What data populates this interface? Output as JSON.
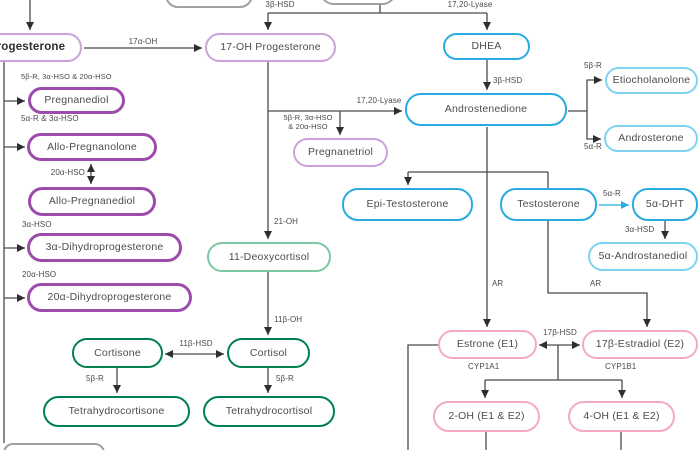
{
  "diagram_type": "steroid-hormone-metabolism-pathway",
  "colors": {
    "progestogen_dark": "#9c4dab",
    "progestogen_light": "#cfa0dc",
    "androgen": "#29abe2",
    "androgen_light": "#7ed3f0",
    "corticosteroid": "#00804d",
    "corticosteroid_light": "#7ec7a2",
    "estrogen": "#f6a8c8",
    "offscreen_gray": "#a0a0a0",
    "wire": "#4a4a4a",
    "blue_arrow": "#29abe2"
  },
  "nodes": {
    "progesterone": {
      "label": "Progesterone"
    },
    "ohprogesterone17": {
      "label": "17-OH Progesterone"
    },
    "dhea": {
      "label": "DHEA"
    },
    "pregnanediol": {
      "label": "Pregnanediol"
    },
    "allopregnanolone": {
      "label": "Allo-Pregnanolone"
    },
    "allopregnanediol": {
      "label": "Allo-Pregnanediol"
    },
    "dihydroprogesterone3a": {
      "label": "3α-Dihydroprogesterone"
    },
    "dihydroprogesterone20a": {
      "label": "20α-Dihydroprogesterone"
    },
    "pregnanetriol": {
      "label": "Pregnanetriol"
    },
    "androstenedione": {
      "label": "Androstenedione"
    },
    "etiocholanolone": {
      "label": "Etiocholanolone"
    },
    "androsterone": {
      "label": "Androsterone"
    },
    "epitestosterone": {
      "label": "Epi-Testosterone"
    },
    "testosterone": {
      "label": "Testosterone"
    },
    "dht5a": {
      "label": "5α-DHT"
    },
    "androstanediol5a": {
      "label": "5α-Androstanediol"
    },
    "deoxycortisol11": {
      "label": "11-Deoxycortisol"
    },
    "cortisone": {
      "label": "Cortisone"
    },
    "cortisol": {
      "label": "Cortisol"
    },
    "tetrahydrocortisone": {
      "label": "Tetrahydrocortisone"
    },
    "tetrahydrocortisol": {
      "label": "Tetrahydrocortisol"
    },
    "estrone": {
      "label": "Estrone (E1)"
    },
    "estradiol17b": {
      "label": "17β-Estradiol (E2)"
    },
    "oh2e1e2": {
      "label": "2-OH (E1 & E2)"
    },
    "oh4e1e2": {
      "label": "4-OH (E1 & E2)"
    }
  },
  "enzymes": {
    "oh17a": "17α-OH",
    "hsd3b": "3β-HSD",
    "lyase1720": "17,20-Lyase",
    "pregnanediol_path": "5β-R, 3α-HSO & 20α-HSO",
    "allopregnanolone_path": "5α-R & 3α-HSO",
    "hso20a": "20α-HSO",
    "hso3a": "3α-HSO",
    "pregnanetriol_path": "5β-R, 3α-HSO\n& 20α-HSO",
    "oh21": "21-OH",
    "oh11b": "11β-OH",
    "hsd11b": "11β-HSD",
    "r5b": "5β-R",
    "r5a": "5α-R",
    "hsd3a": "3α-HSD",
    "ar": "AR",
    "hsd17b": "17β-HSD",
    "cyp1a1": "CYP1A1",
    "cyp1b1": "CYP1B1"
  }
}
